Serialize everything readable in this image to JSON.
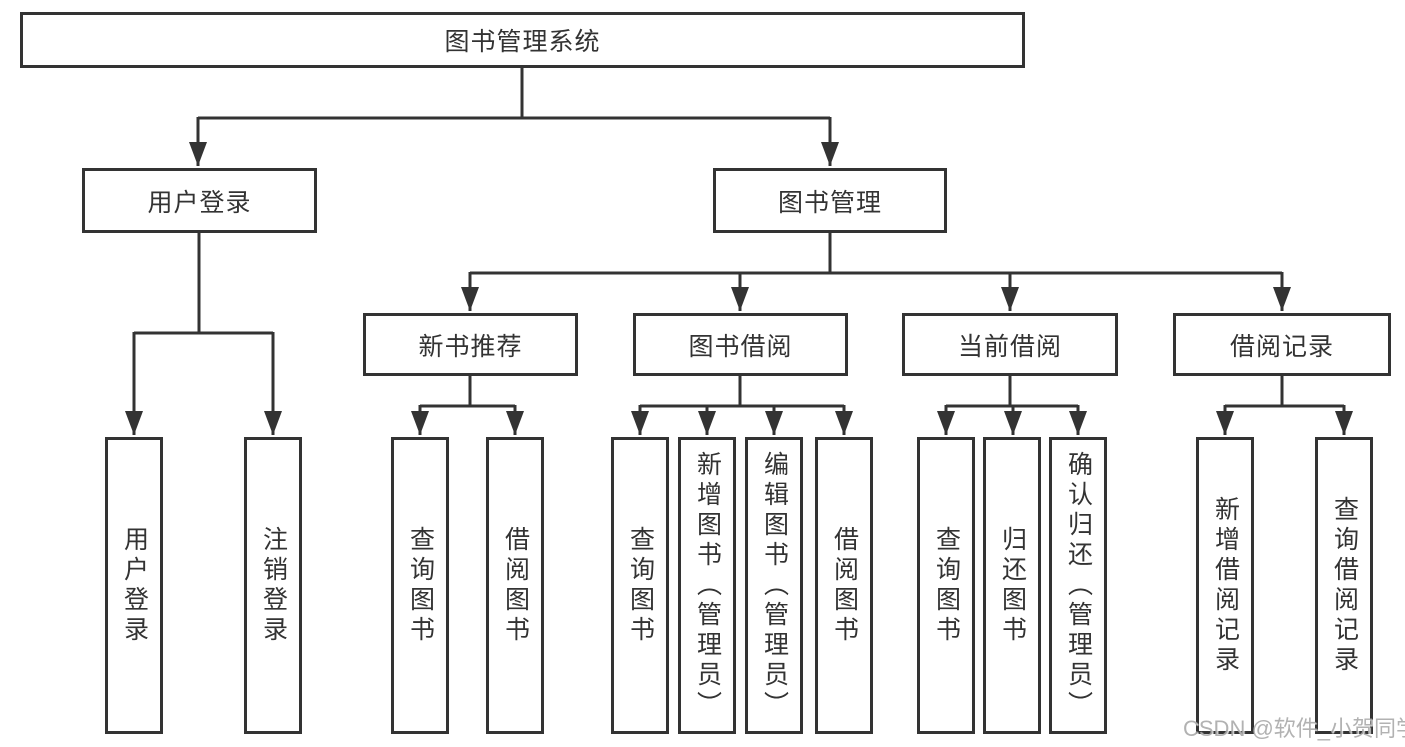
{
  "diagram": {
    "type": "hierarchy-tree",
    "title": "图书管理系统",
    "watermark": "CSDN @软件_小贺同学",
    "colors": {
      "line": "#333333",
      "text": "#333333",
      "background": "#ffffff",
      "watermark": "#a4a4a4"
    },
    "nodes": {
      "root": {
        "id": "library-system",
        "label": "图书管理系统"
      },
      "level2": [
        {
          "id": "user-login",
          "label": "用户登录",
          "parent": "library-system"
        },
        {
          "id": "book-management",
          "label": "图书管理",
          "parent": "library-system"
        }
      ],
      "level3": [
        {
          "id": "new-book-recommend",
          "label": "新书推荐",
          "parent": "book-management"
        },
        {
          "id": "book-borrowing",
          "label": "图书借阅",
          "parent": "book-management"
        },
        {
          "id": "current-borrowing",
          "label": "当前借阅",
          "parent": "book-management"
        },
        {
          "id": "borrowing-records",
          "label": "借阅记录",
          "parent": "book-management"
        }
      ],
      "level4": [
        {
          "id": "user-login-leaf",
          "label": "用户登录",
          "parent": "user-login"
        },
        {
          "id": "logout",
          "label": "注销登录",
          "parent": "user-login"
        },
        {
          "id": "query-books-recommend",
          "label": "查询图书",
          "parent": "new-book-recommend"
        },
        {
          "id": "borrow-books-recommend",
          "label": "借阅图书",
          "parent": "new-book-recommend"
        },
        {
          "id": "query-books-borrowing",
          "label": "查询图书",
          "parent": "book-borrowing"
        },
        {
          "id": "add-books-admin",
          "label": "新增图书（管理员）",
          "parent": "book-borrowing"
        },
        {
          "id": "edit-books-admin",
          "label": "编辑图书（管理员）",
          "parent": "book-borrowing"
        },
        {
          "id": "borrow-books-borrowing",
          "label": "借阅图书",
          "parent": "book-borrowing"
        },
        {
          "id": "query-books-current",
          "label": "查询图书",
          "parent": "current-borrowing"
        },
        {
          "id": "return-books",
          "label": "归还图书",
          "parent": "current-borrowing"
        },
        {
          "id": "confirm-return-admin",
          "label": "确认归还（管理员）",
          "parent": "current-borrowing"
        },
        {
          "id": "add-borrow-record",
          "label": "新增借阅记录",
          "parent": "borrowing-records"
        },
        {
          "id": "query-borrow-record",
          "label": "查询借阅记录",
          "parent": "borrowing-records"
        }
      ]
    }
  }
}
